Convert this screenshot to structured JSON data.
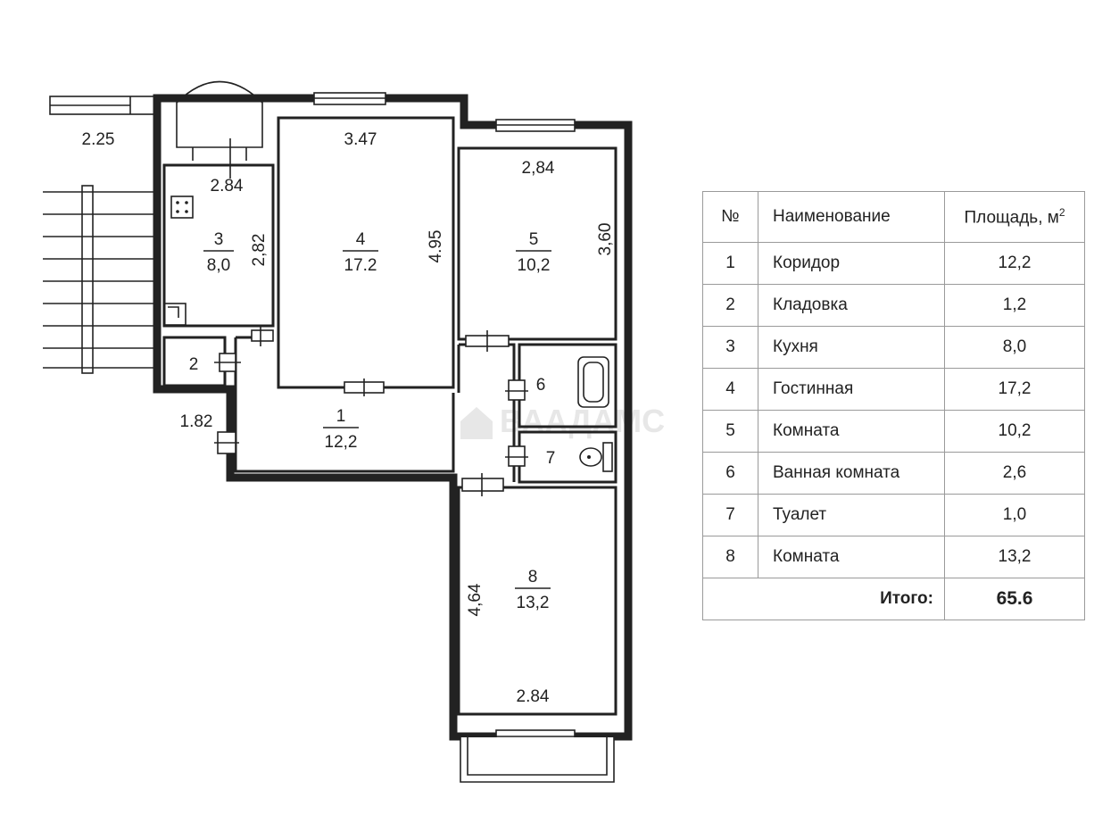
{
  "rooms": [
    {
      "num": "1",
      "area": "12,2"
    },
    {
      "num": "2",
      "area": ""
    },
    {
      "num": "3",
      "area": "8,0"
    },
    {
      "num": "4",
      "area": "17.2"
    },
    {
      "num": "5",
      "area": "10,2"
    },
    {
      "num": "6",
      "area": ""
    },
    {
      "num": "7",
      "area": ""
    },
    {
      "num": "8",
      "area": "13,2"
    }
  ],
  "dimensions": {
    "balcony_left": "2.25",
    "kitchen_top": "2.84",
    "kitchen_side": "2,82",
    "living_top": "3.47",
    "living_side": "4.95",
    "room5_top": "2,84",
    "room5_side": "3,60",
    "corridor_side": "1.82",
    "room8_side": "4,64",
    "room8_bottom": "2.84"
  },
  "watermark": "ВААДАМС",
  "table": {
    "headers": {
      "num": "№",
      "name": "Наименование",
      "area": "Площадь, м",
      "area_sup": "2"
    },
    "rows": [
      {
        "num": "1",
        "name": "Коридор",
        "area": "12,2"
      },
      {
        "num": "2",
        "name": "Кладовка",
        "area": "1,2"
      },
      {
        "num": "3",
        "name": "Кухня",
        "area": "8,0"
      },
      {
        "num": "4",
        "name": "Гостинная",
        "area": "17,2"
      },
      {
        "num": "5",
        "name": "Комната",
        "area": "10,2"
      },
      {
        "num": "6",
        "name": "Ванная комната",
        "area": "2,6"
      },
      {
        "num": "7",
        "name": "Туалет",
        "area": "1,0"
      },
      {
        "num": "8",
        "name": "Комната",
        "area": "13,2"
      }
    ],
    "total_label": "Итого:",
    "total_value": "65.6"
  }
}
